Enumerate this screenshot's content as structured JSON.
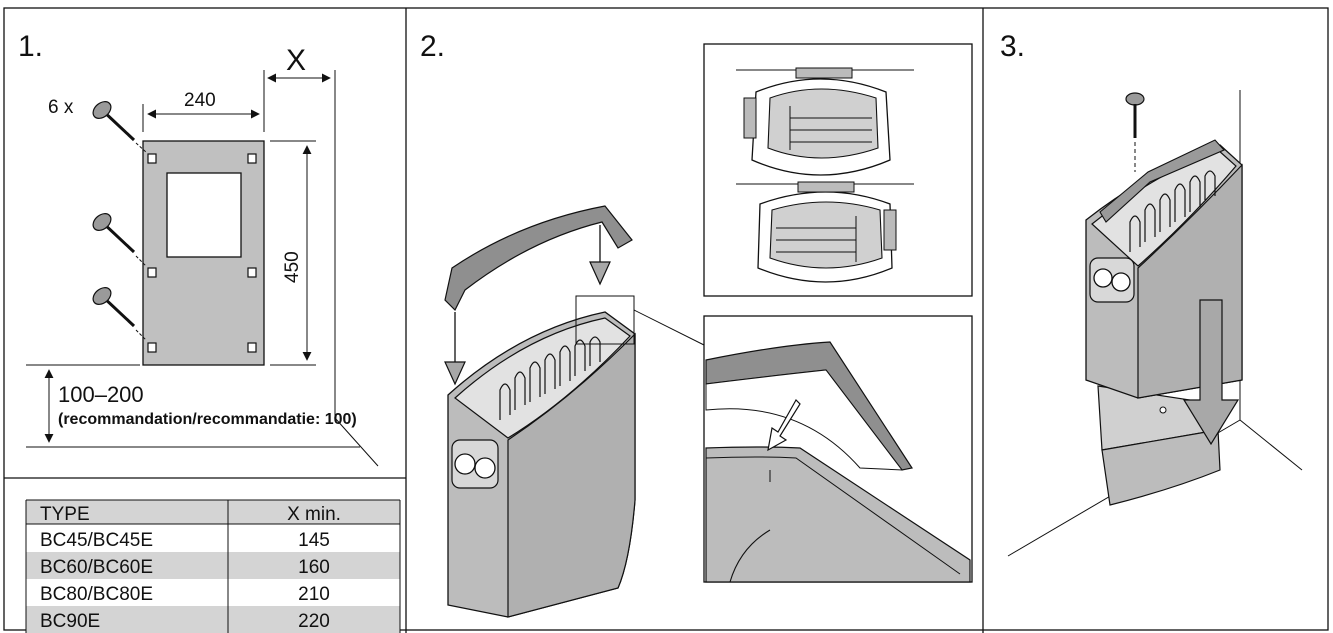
{
  "panels": {
    "p1": {
      "number": "1."
    },
    "p2": {
      "number": "2."
    },
    "p3": {
      "number": "3."
    }
  },
  "step1": {
    "screws_label": "6 x",
    "width_label": "240",
    "height_label": "450",
    "x_label": "X",
    "floor_label": "100–200",
    "floor_note": "(recommandation/recommandatie: 100)"
  },
  "table": {
    "headers": [
      "TYPE",
      "X min."
    ],
    "rows": [
      [
        "BC45/BC45E",
        "145"
      ],
      [
        "BC60/BC60E",
        "160"
      ],
      [
        "BC80/BC80E",
        "210"
      ],
      [
        "BC90E",
        "220"
      ]
    ]
  },
  "colors": {
    "metal": "#bcbcbc",
    "metal_dark": "#8f8f8f",
    "table_shade": "#d4d4d4",
    "line": "#111111"
  }
}
